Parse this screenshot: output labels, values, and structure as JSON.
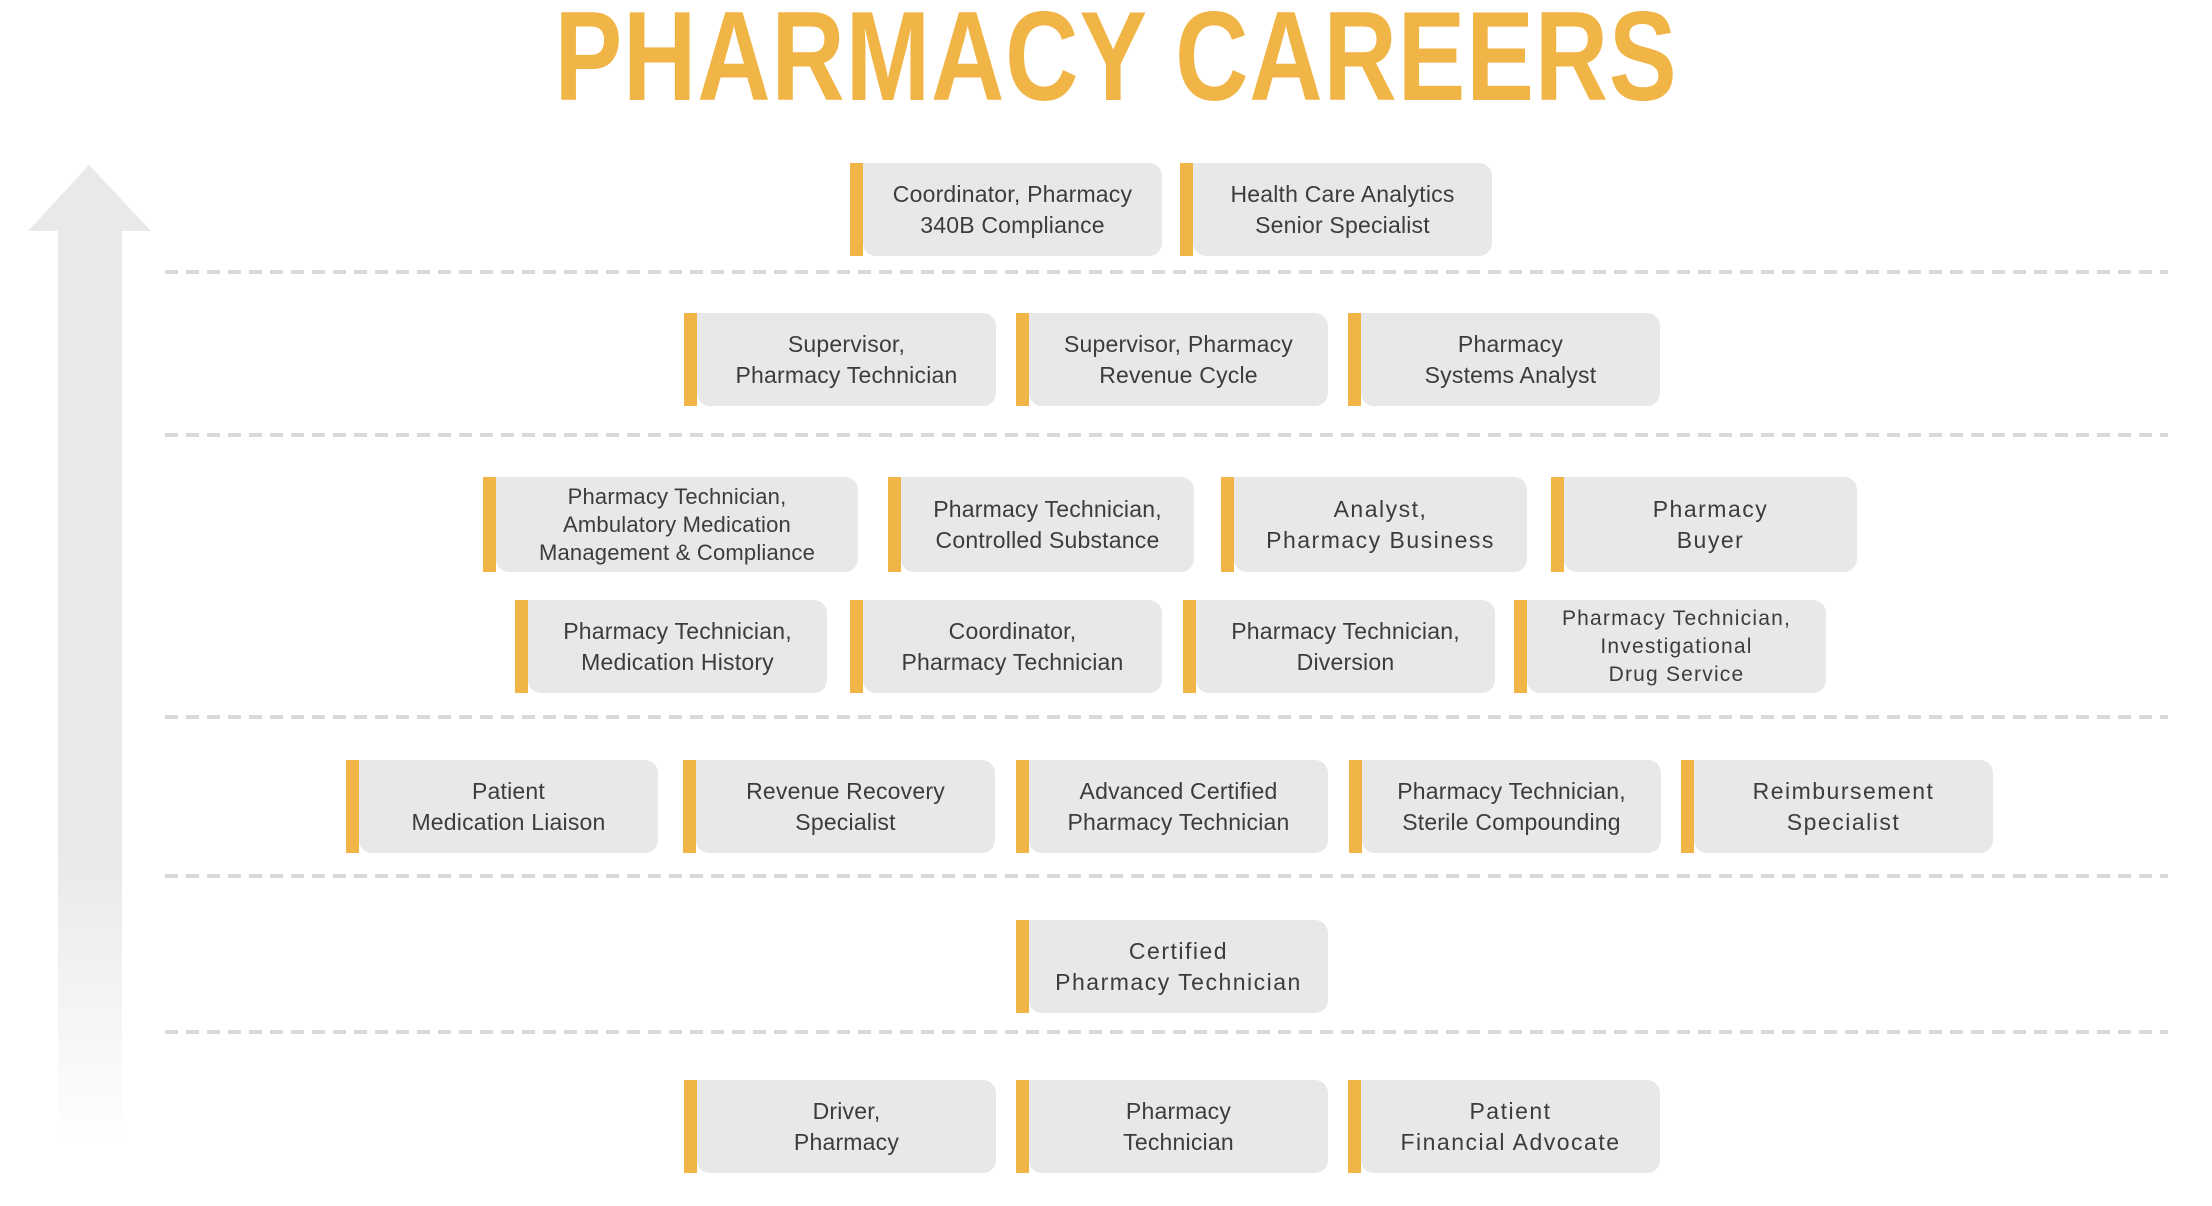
{
  "title": "PHARMACY CAREERS",
  "colors": {
    "accent": "#F0B546",
    "box_background": "#E8E8E8",
    "box_text": "#3C3C3C",
    "separator": "#D9D9D9",
    "arrow": "#E9E9EA"
  },
  "arrow_icon": "up-arrow",
  "levels": [
    {
      "jobs": [
        {
          "lines": [
            "Coordinator, Pharmacy",
            "340B Compliance"
          ]
        },
        {
          "lines": [
            "Health Care Analytics",
            "Senior Specialist"
          ]
        }
      ]
    },
    {
      "jobs": [
        {
          "lines": [
            "Supervisor,",
            "Pharmacy Technician"
          ]
        },
        {
          "lines": [
            "Supervisor, Pharmacy",
            "Revenue Cycle"
          ]
        },
        {
          "lines": [
            "Pharmacy",
            "Systems Analyst"
          ]
        }
      ]
    },
    {
      "jobs": [
        {
          "lines": [
            "Pharmacy Technician,",
            "Ambulatory Medication",
            "Management & Compliance"
          ]
        },
        {
          "lines": [
            "Pharmacy Technician,",
            "Controlled Substance"
          ]
        },
        {
          "lines": [
            "Analyst,",
            "Pharmacy Business"
          ]
        },
        {
          "lines": [
            "Pharmacy",
            "Buyer"
          ]
        },
        {
          "lines": [
            "Pharmacy Technician,",
            "Medication History"
          ]
        },
        {
          "lines": [
            "Coordinator,",
            "Pharmacy Technician"
          ]
        },
        {
          "lines": [
            "Pharmacy Technician,",
            "Diversion"
          ]
        },
        {
          "lines": [
            "Pharmacy Technician,",
            "Investigational",
            "Drug Service"
          ]
        }
      ]
    },
    {
      "jobs": [
        {
          "lines": [
            "Patient",
            "Medication Liaison"
          ]
        },
        {
          "lines": [
            "Revenue Recovery",
            "Specialist"
          ]
        },
        {
          "lines": [
            "Advanced Certified",
            "Pharmacy Technician"
          ]
        },
        {
          "lines": [
            "Pharmacy Technician,",
            "Sterile Compounding"
          ]
        },
        {
          "lines": [
            "Reimbursement",
            "Specialist"
          ]
        }
      ]
    },
    {
      "jobs": [
        {
          "lines": [
            "Certified",
            "Pharmacy Technician"
          ]
        }
      ]
    },
    {
      "jobs": [
        {
          "lines": [
            "Driver,",
            "Pharmacy"
          ]
        },
        {
          "lines": [
            "Pharmacy",
            "Technician"
          ]
        },
        {
          "lines": [
            "Patient",
            "Financial Advocate"
          ]
        }
      ]
    }
  ]
}
